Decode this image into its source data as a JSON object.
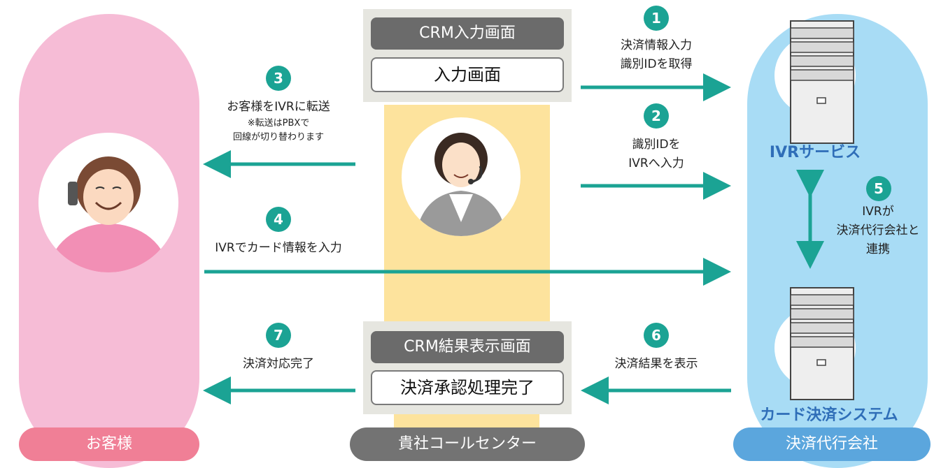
{
  "steps": [
    {
      "num": "1",
      "lines": [
        "決済情報入力",
        "識別IDを取得"
      ]
    },
    {
      "num": "2",
      "lines": [
        "識別IDを",
        "IVRへ入力"
      ]
    },
    {
      "num": "3",
      "lines": [
        "お客様をIVRに転送"
      ],
      "note": [
        "※転送はPBXで",
        "回線が切り替わります"
      ]
    },
    {
      "num": "4",
      "lines": [
        "IVRでカード情報を入力"
      ]
    },
    {
      "num": "5",
      "lines": [
        "IVRが",
        "決済代行会社と",
        "連携"
      ]
    },
    {
      "num": "6",
      "lines": [
        "決済結果を表示"
      ]
    },
    {
      "num": "7",
      "lines": [
        "決済対応完了"
      ]
    }
  ],
  "crm_input": {
    "title": "CRM入力画面",
    "body": "入力画面"
  },
  "crm_result": {
    "title": "CRM結果表示画面",
    "body": "決済承認処理完了"
  },
  "servers": {
    "ivr": "IVRサービス",
    "card": "カード決済システム"
  },
  "columns": {
    "customer": "お客様",
    "callcenter": "貴社コールセンター",
    "agency": "決済代行会社"
  },
  "colors": {
    "customer_bg": "#f6bcd6",
    "customer_label": "#f07f96",
    "callcenter_bg": "#fde39d",
    "callcenter_label": "#737373",
    "agency_bg": "#a8dcf5",
    "agency_label": "#5ba6dd",
    "arrow": "#1ba394",
    "server_text": "#2f6eb8"
  }
}
